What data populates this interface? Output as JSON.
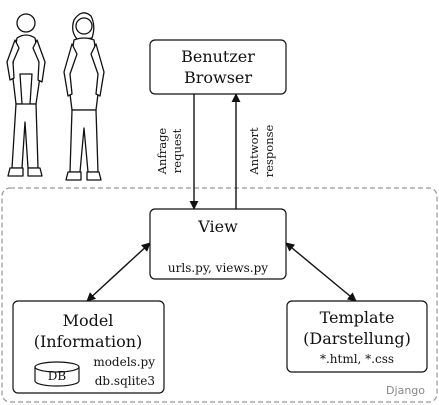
{
  "frame": {
    "label": "Django"
  },
  "browser": {
    "line1": "Benutzer",
    "line2": "Browser"
  },
  "request": {
    "line1": "Anfrage",
    "line2": "request"
  },
  "response": {
    "line1": "Antwort",
    "line2": "response"
  },
  "view": {
    "title": "View",
    "files": "urls.py, views.py"
  },
  "model": {
    "line1": "Model",
    "line2": "(Information)",
    "db": "DB",
    "file1": "models.py",
    "file2": "db.sqlite3"
  },
  "template": {
    "line1": "Template",
    "line2": "(Darstellung)",
    "files": "*.html, *.css"
  },
  "icons": {
    "users": "two-people-illustration",
    "database": "database-cylinder-icon"
  }
}
